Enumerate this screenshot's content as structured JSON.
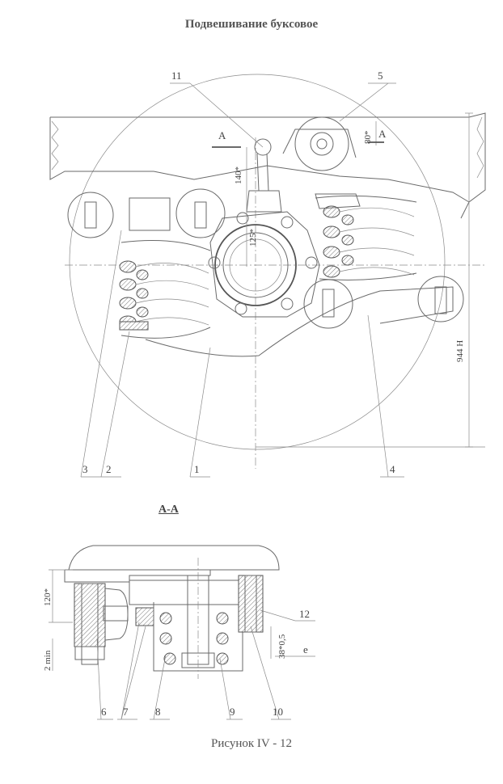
{
  "title": "Подвешивание буксовое",
  "section_label": "A-A",
  "caption": "Рисунок  IV - 12",
  "callouts": {
    "c1": "1",
    "c2": "2",
    "c3": "3",
    "c4": "4",
    "c5": "5",
    "c6": "6",
    "c7": "7",
    "c8": "8",
    "c9": "9",
    "c10": "10",
    "c11": "11",
    "c12": "12",
    "ce": "e"
  },
  "dimensions": {
    "d140": "140*",
    "d125": "125*",
    "d80": "80*",
    "d944": "944 H",
    "d120": "120*",
    "d2min": "2 min",
    "d38": "38*0,5"
  },
  "section_marks": {
    "left": "A",
    "right": "A"
  }
}
